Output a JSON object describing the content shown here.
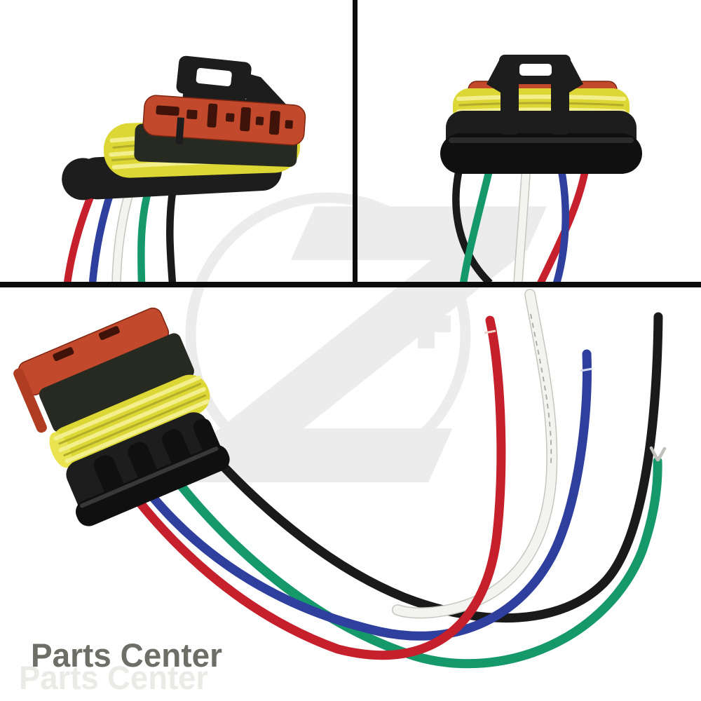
{
  "branding": {
    "watermark_text": "Parts Center",
    "watermark_echo_text": "Parts Center",
    "logo": {
      "letter": "Z",
      "plus": "+"
    }
  },
  "palette": {
    "background": "#ffffff",
    "divider_line": "#0c0c0c",
    "watermark_gray": "#ececec",
    "watermark_text_gray": "#6e6e67",
    "connector_housing_black": "#1d1d1d",
    "connector_seal_yellow": "#dcd735",
    "connector_face_red": "#c2492b",
    "wire_red": "#c5202c",
    "wire_blue": "#2e3f9e",
    "wire_white": "#f3f3f0",
    "wire_green": "#15996b",
    "wire_black": "#1a1a1a"
  },
  "panels": {
    "top_left": {
      "wires_left_to_right": [
        "red",
        "blue",
        "white",
        "green",
        "black"
      ]
    },
    "top_right": {
      "wires_left_to_right": [
        "black",
        "green",
        "white",
        "blue",
        "red"
      ]
    },
    "bottom": {
      "wires": [
        "red",
        "blue",
        "green",
        "black",
        "white"
      ]
    }
  }
}
